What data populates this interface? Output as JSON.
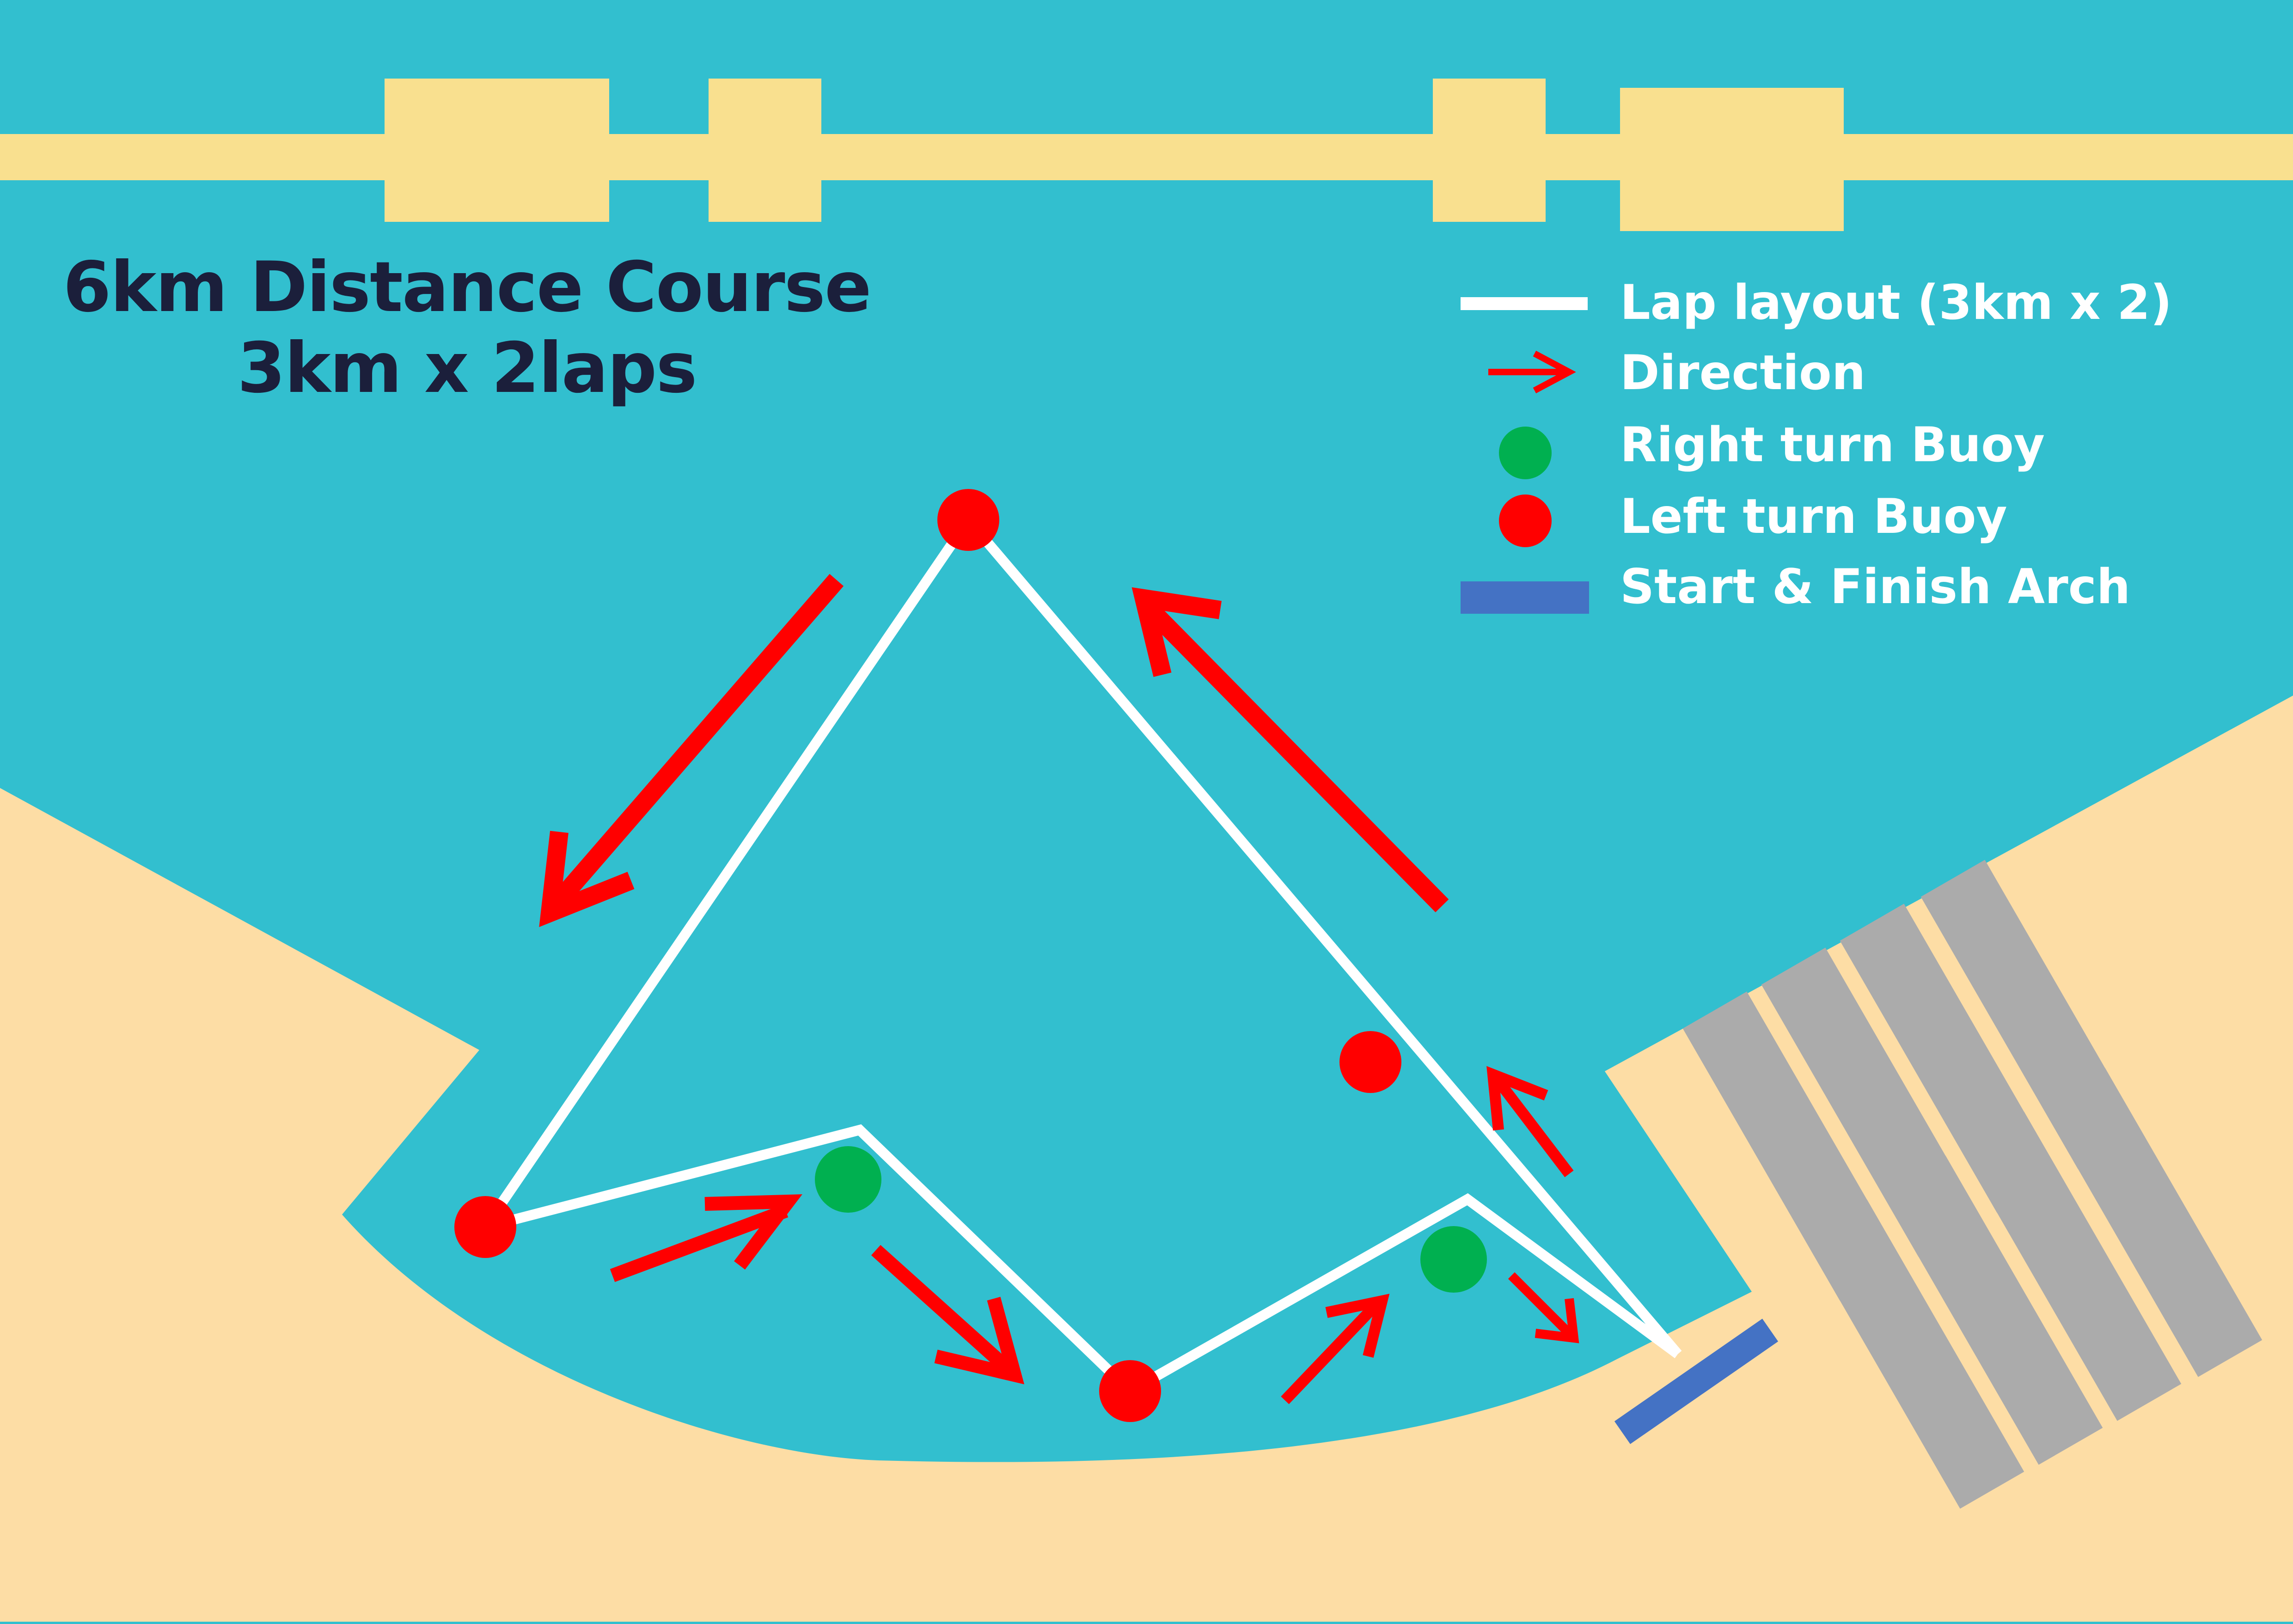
{
  "title": {
    "line1": "6km Distance Course",
    "line2": "3km x 2laps"
  },
  "legend": {
    "lap_layout": "Lap layout (3km x 2)",
    "direction": "Direction",
    "right_turn_buoy": "Right turn Buoy",
    "left_turn_buoy": "Left turn Buoy",
    "start_finish_arch": "Start & Finish Arch"
  },
  "colors": {
    "water": "#32bfcf",
    "sand": "#fddda5",
    "walkway": "#f9e08f",
    "course_line": "#ffffff",
    "direction_arrow": "#ff0000",
    "left_turn_buoy": "#ff0000",
    "right_turn_buoy": "#00b050",
    "start_finish_arch": "#4472c4",
    "parking": "#ababab",
    "title_text": "#1b1f3b"
  },
  "icons": [
    "lap-line-icon",
    "direction-arrow-icon",
    "right-turn-buoy-icon",
    "left-turn-buoy-icon",
    "start-finish-arch-icon"
  ]
}
